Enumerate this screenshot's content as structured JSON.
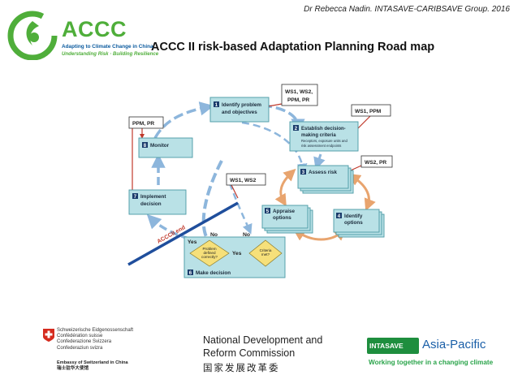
{
  "header": {
    "credit": "Dr Rebecca Nadin. INTASAVE-CARIBSAVE Group. 2016",
    "title": "ACCC II risk-based Adaptation Planning Road map"
  },
  "logo": {
    "name": "ACCC",
    "subtitle": "Adapting to Climate Change in China",
    "tagline": "Understanding Risk · Building Resilience"
  },
  "diagram": {
    "boxes": {
      "identify": {
        "num": "1",
        "line1": "Identify problem",
        "line2": "and objectives"
      },
      "criteria": {
        "num": "2",
        "line1": "Establish decision-",
        "line2": "making criteria",
        "line3": "Receptors, exposure units and",
        "line4": "risk assessment endpoints"
      },
      "assess": {
        "num": "3",
        "line1": "Assess risk"
      },
      "options": {
        "num": "4",
        "line1": "Identify",
        "line2": "options"
      },
      "appraise": {
        "num": "5",
        "line1": "Appraise",
        "line2": "options"
      },
      "decision": {
        "num": "6",
        "line1": "Make decision"
      },
      "implement": {
        "num": "7",
        "line1": "Implement",
        "line2": "decision"
      },
      "monitor": {
        "num": "8",
        "line1": "Monitor"
      }
    },
    "callouts": {
      "ws_ppm_pr": {
        "line1": "WS1, WS2,",
        "line2": "PPM, PR"
      },
      "ws1_ppm": "WS1, PPM",
      "ws2_pr": "WS2, PR",
      "ws1_ws2": "WS1, WS2",
      "ppm_pr": "PPM, PR"
    },
    "labels": {
      "no1": "No",
      "no2": "No",
      "yes1": "Yes",
      "yes2": "Yes",
      "end": "ACCCII end"
    },
    "diamonds": {
      "problem": {
        "line1": "Problem",
        "line2": "defined",
        "line3": "correctly?"
      },
      "criteria": {
        "line1": "Criteria",
        "line2": "met?"
      }
    }
  },
  "footer": {
    "swiss": {
      "lines": [
        "Schweizerische Eidgenossenschaft",
        "Confédération suisse",
        "Confederazione Svizzera",
        "Confederaziun svizra"
      ],
      "embassy_en": "Embassy of Switzerland in China",
      "embassy_cn": "瑞士驻华大使馆"
    },
    "ndrc": {
      "line1": "National Development and",
      "line2": "Reform Commission",
      "line3": "国家发展改革委"
    },
    "intasave": {
      "brand": "INTASAVE",
      "region": "Asia-Pacific",
      "slogan": "Working together in a changing climate"
    }
  },
  "colors": {
    "box_fill": "#b9e1e6",
    "box_stroke": "#4a9aa5",
    "arrow_blue": "#8db6dc",
    "arrow_orange": "#e8a46e",
    "callout_red": "#c0392b",
    "end_line": "#1f4e9c",
    "diamond": "#f6e07a",
    "accc_green": "#4fae3a"
  }
}
